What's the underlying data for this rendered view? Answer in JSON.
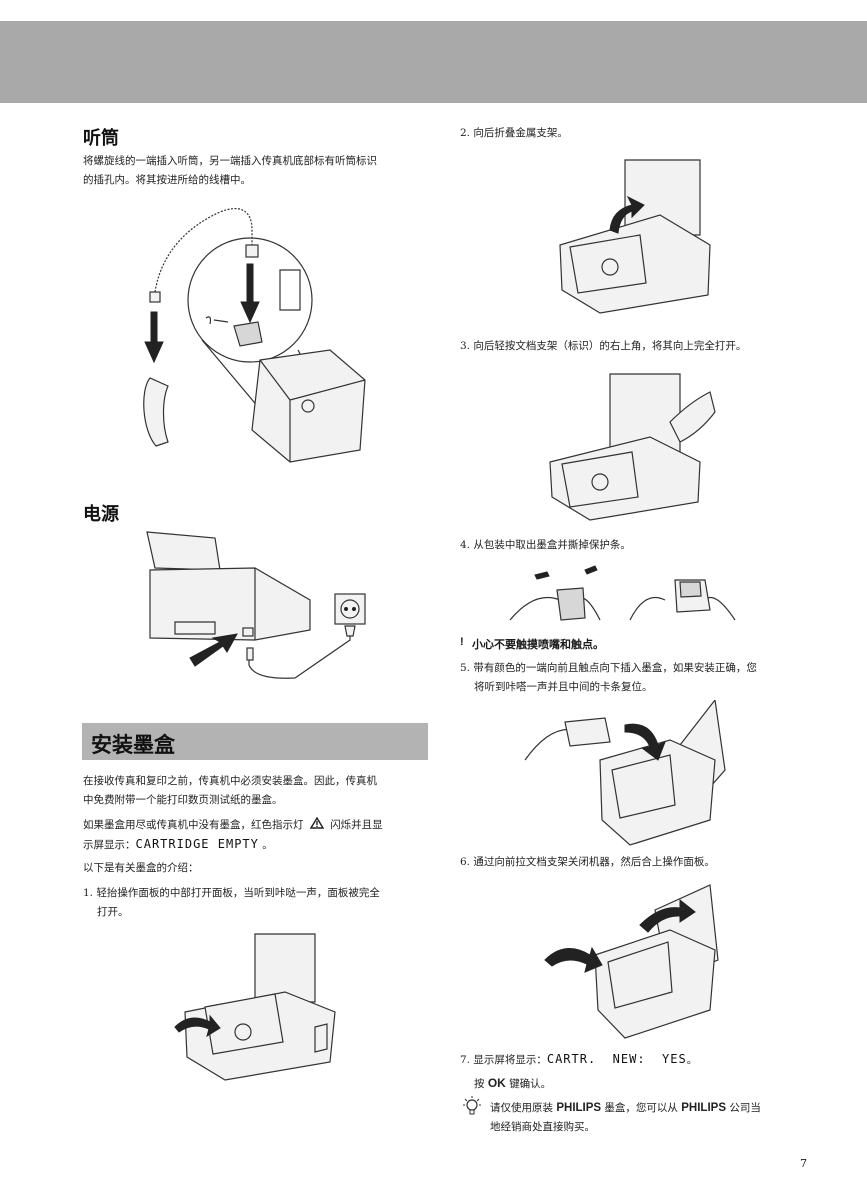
{
  "handset": {
    "title": "听筒",
    "text_line1": "将螺旋线的一端插入听筒，另一端插入传真机底部标有听筒标识",
    "text_line2": "的插孔内。将其按进所给的线槽中。"
  },
  "power": {
    "title": "电源"
  },
  "install": {
    "title": "安装墨盒",
    "intro_line1": "在接收传真和复印之前，传真机中必须安装墨盒。因此，传真机",
    "intro_line2": "中免费附带一个能打印数页测试纸的墨盒。",
    "warn_line1_a": "如果墨盒用尽或传真机中没有墨盒，红色指示灯",
    "warn_line1_b": "闪烁并且显",
    "warn_line2_prefix": "示屏显示：",
    "warn_display": "CARTRIDGE EMPTY",
    "warn_line2_suffix": "。",
    "list_intro": "以下是有关墨盒的介绍：",
    "step1_line1": "1. 轻抬操作面板的中部打开面板，当听到咔哒一声，面板被完全",
    "step1_line2": "打开。"
  },
  "right": {
    "step2": "2. 向后折叠金属支架。",
    "step3": "3. 向后轻按文档支架（标识）的右上角，将其向上完全打开。",
    "step4": "4. 从包装中取出墨盒并撕掉保护条。",
    "caution_mark": "!",
    "caution": "小心不要触摸喷嘴和触点。",
    "step5_line1": "5. 带有颜色的一端向前且触点向下插入墨盒，如果安装正确，您",
    "step5_line2": "将听到咔嗒一声并且中间的卡条复位。",
    "step6": "6. 通过向前拉文档支架关闭机器，然后合上操作面板。",
    "step7_prefix": "7. 显示屏将显示：",
    "step7_display": "CARTR.  NEW:  YES",
    "step7_suffix": "。",
    "ok_prefix": "按",
    "ok_key": "OK",
    "ok_suffix": "键确认。",
    "tip_a": "请仅使用原装",
    "tip_brand1": "PHILIPS",
    "tip_b": "墨盒，您可以从",
    "tip_brand2": "PHILIPS",
    "tip_c": "公司当",
    "tip_line2": "地经销商处直接购买。"
  },
  "page_number": "7"
}
